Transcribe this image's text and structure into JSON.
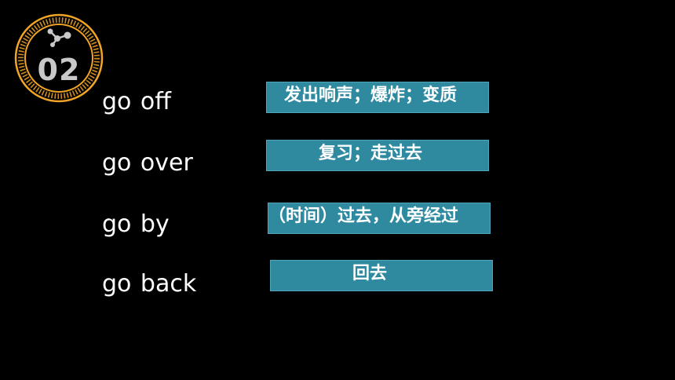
{
  "section": {
    "number": "02"
  },
  "accent_color": "#f0a526",
  "box_color": "#2f8aa0",
  "icon": "molecule-icon",
  "items": [
    {
      "phrase": "go off",
      "meaning": "发出响声；爆炸；变质"
    },
    {
      "phrase": "go over",
      "meaning": "复习；走过去"
    },
    {
      "phrase": "go by",
      "meaning": "（时间）过去，从旁经过"
    },
    {
      "phrase": "go back",
      "meaning": "回去"
    }
  ]
}
